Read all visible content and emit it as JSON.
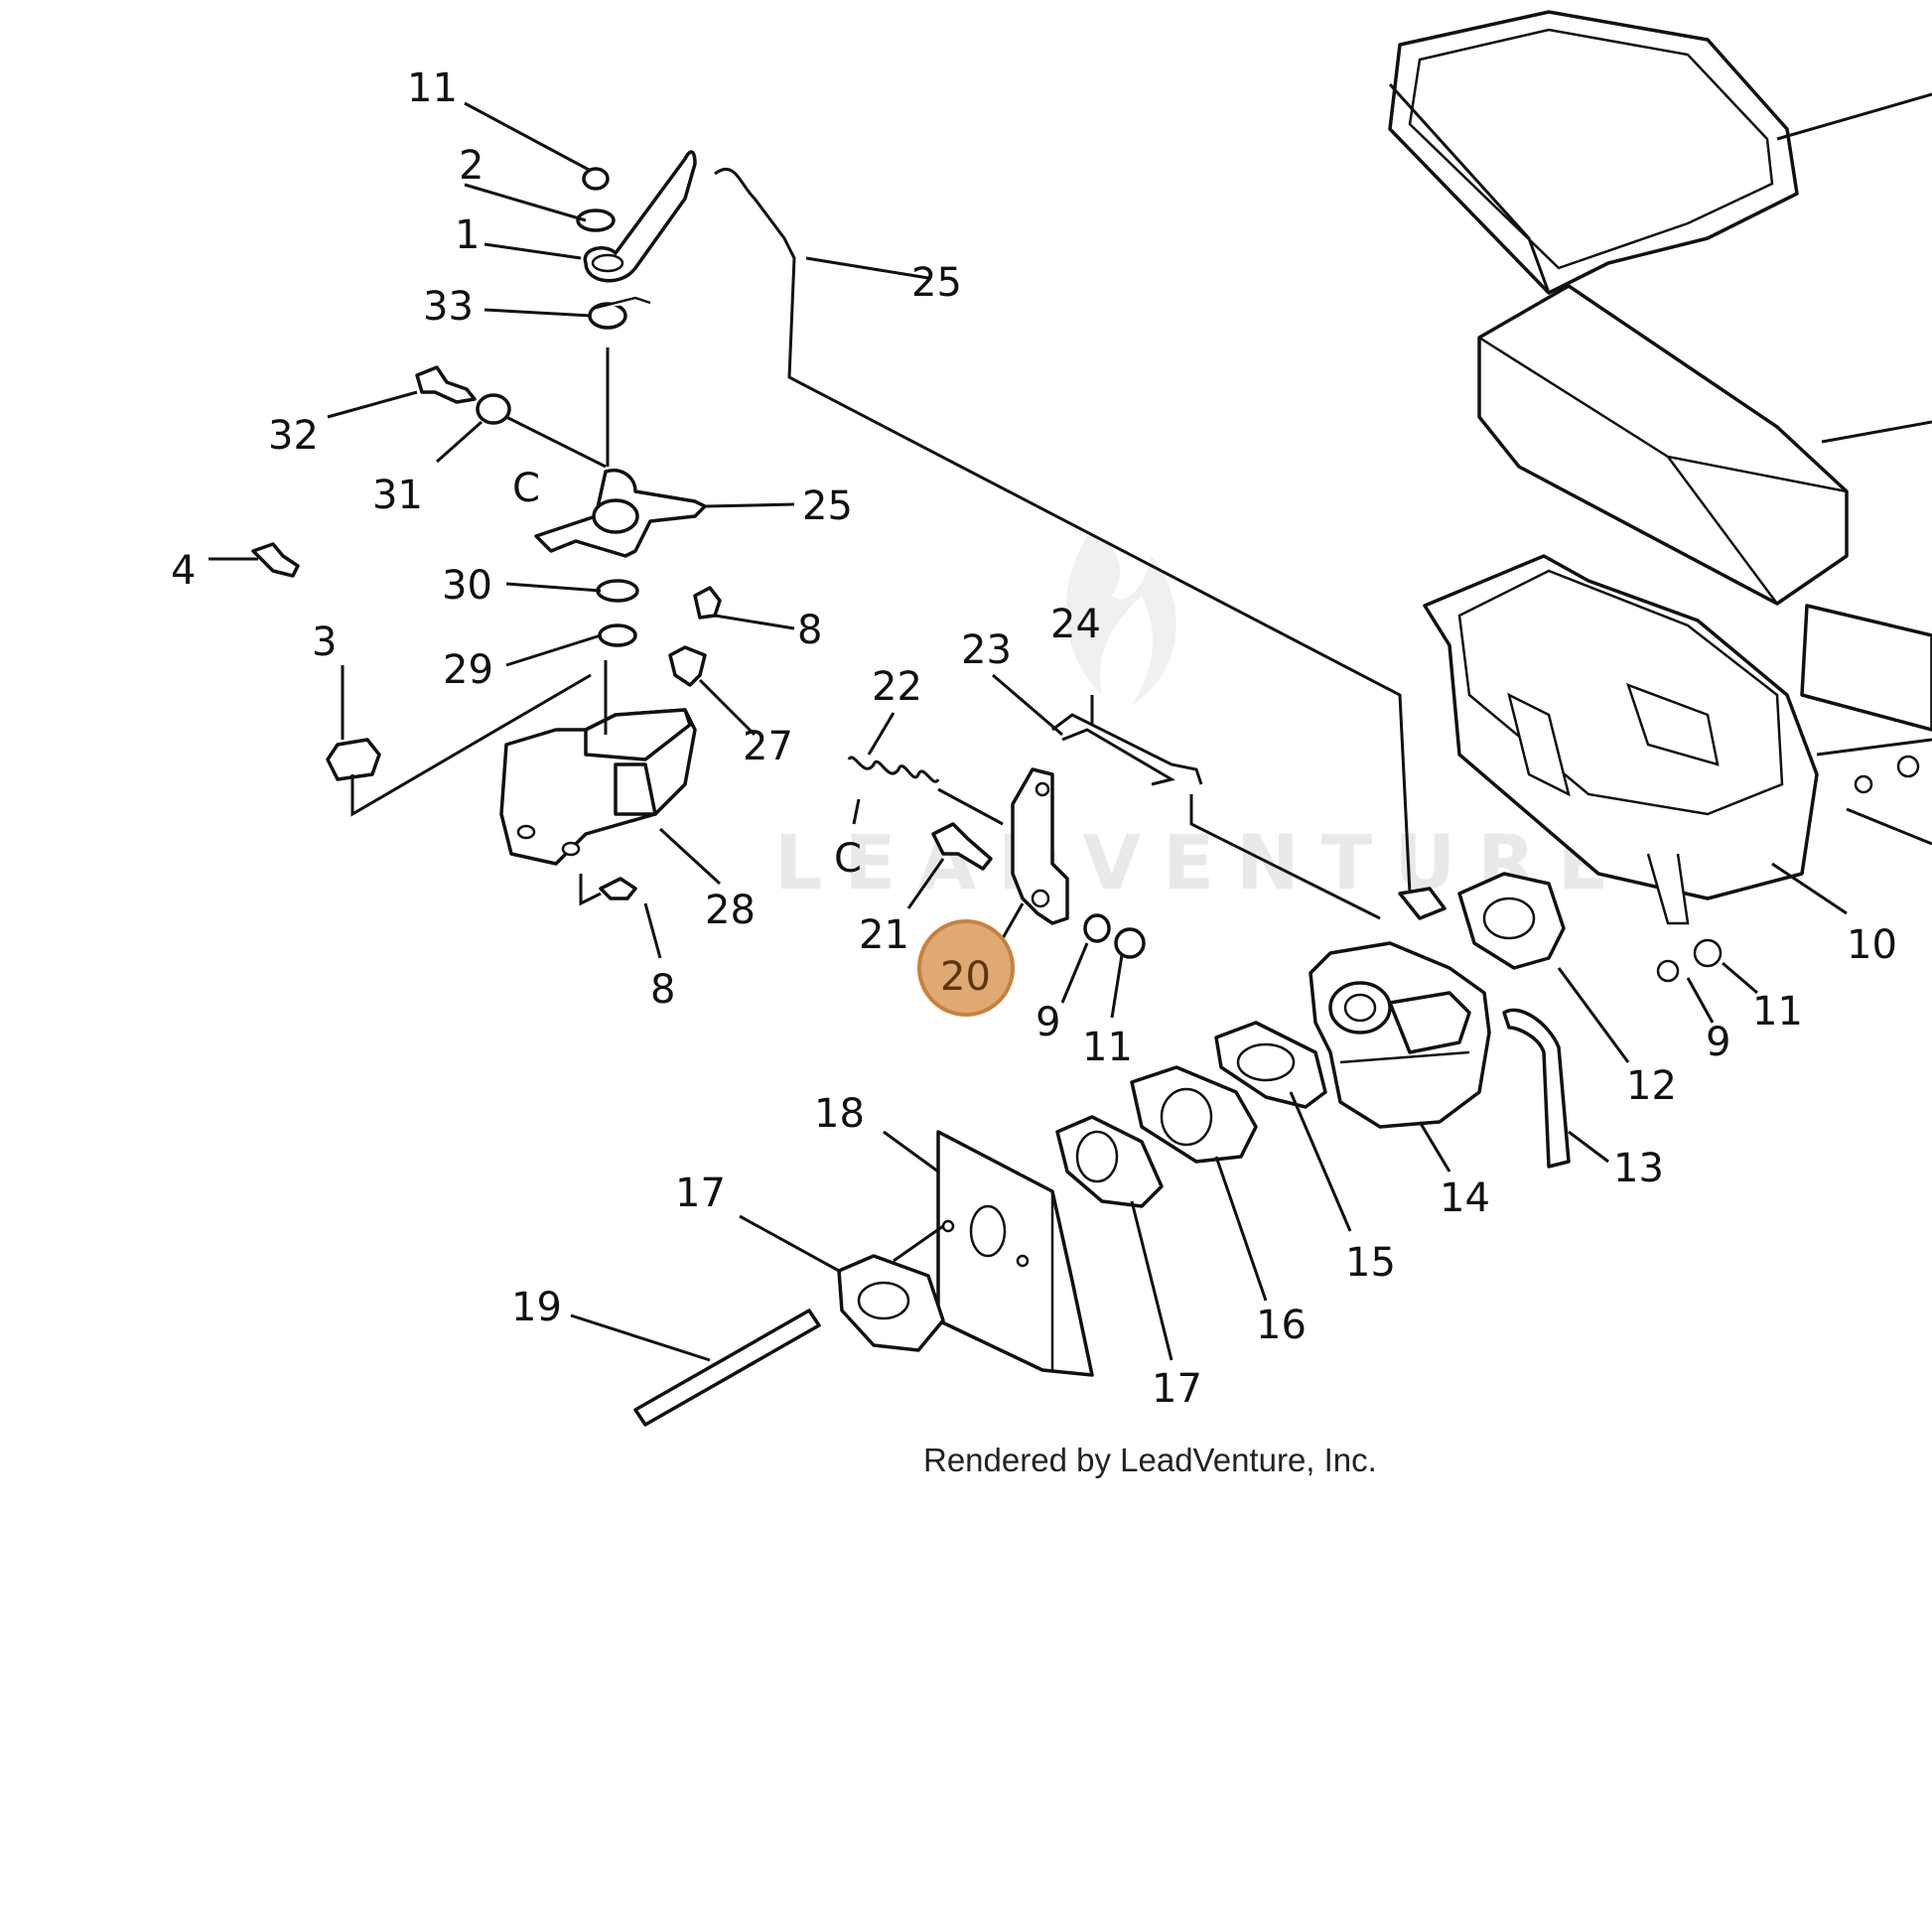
{
  "diagram": {
    "watermark": "LEADVENTURE",
    "caption": "Rendered by LeadVenture, Inc.",
    "highlighted_part": "20",
    "highlight_color": "#d99a5a",
    "labels": {
      "p11a": "11",
      "p2": "2",
      "p1": "1",
      "p33": "33",
      "p32": "32",
      "p31": "31",
      "c1": "C",
      "p25a": "25",
      "p25b": "25",
      "p4": "4",
      "p30": "30",
      "p3": "3",
      "p29": "29",
      "p8a": "8",
      "p27": "27",
      "p28": "28",
      "p8b": "8",
      "p22": "22",
      "c2": "C",
      "p21": "21",
      "p20": "20",
      "p23": "23",
      "p24": "24",
      "p9a": "9",
      "p11b": "11",
      "p10": "10",
      "p11c": "11",
      "p9b": "9",
      "p12": "12",
      "p13": "13",
      "p14": "14",
      "p15": "15",
      "p16": "16",
      "p17a": "17",
      "p17b": "17",
      "p18": "18",
      "p19": "19"
    }
  }
}
